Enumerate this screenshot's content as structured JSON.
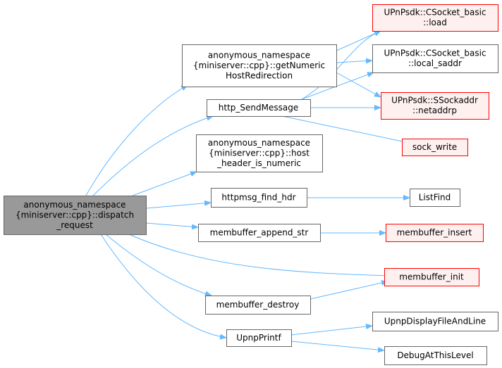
{
  "diagram": {
    "type": "doxygen-call-graph",
    "colors": {
      "edge": "#63B8FF",
      "root_fill": "#999999",
      "root_border": "#666666",
      "normal_fill": "#FFFFFF",
      "normal_border": "#666666",
      "red_fill": "#FFF0F0",
      "red_border": "#FF0000"
    },
    "nodes": [
      {
        "id": "root",
        "style": "root",
        "lines": [
          "anonymous_namespace",
          "{miniserver::cpp}::dispatch",
          "_request"
        ]
      },
      {
        "id": "getnumeric",
        "style": "normal",
        "lines": [
          "anonymous_namespace",
          "{miniserver::cpp}::getNumeric",
          "HostRedirection"
        ]
      },
      {
        "id": "sendmsg",
        "style": "normal",
        "lines": [
          "http_SendMessage"
        ]
      },
      {
        "id": "hostnumeric",
        "style": "normal",
        "lines": [
          "anonymous_namespace",
          "{miniserver::cpp}::host",
          "_header_is_numeric"
        ]
      },
      {
        "id": "findhdr",
        "style": "normal",
        "lines": [
          "httpmsg_find_hdr"
        ]
      },
      {
        "id": "appendstr",
        "style": "normal",
        "lines": [
          "membuffer_append_str"
        ]
      },
      {
        "id": "destroy",
        "style": "normal",
        "lines": [
          "membuffer_destroy"
        ]
      },
      {
        "id": "upnpprintf",
        "style": "normal",
        "lines": [
          "UpnpPrintf"
        ]
      },
      {
        "id": "load",
        "style": "red",
        "lines": [
          "UPnPsdk::CSocket_basic",
          "::load"
        ]
      },
      {
        "id": "localsaddr",
        "style": "normal",
        "lines": [
          "UPnPsdk::CSocket_basic",
          "::local_saddr"
        ]
      },
      {
        "id": "netaddrp",
        "style": "red",
        "lines": [
          "UPnPsdk::SSockaddr",
          "::netaddrp"
        ]
      },
      {
        "id": "sockwrite",
        "style": "red",
        "lines": [
          "sock_write"
        ]
      },
      {
        "id": "listfind",
        "style": "normal",
        "lines": [
          "ListFind"
        ]
      },
      {
        "id": "insert",
        "style": "red",
        "lines": [
          "membuffer_insert"
        ]
      },
      {
        "id": "init",
        "style": "red",
        "lines": [
          "membuffer_init"
        ]
      },
      {
        "id": "displayfile",
        "style": "normal",
        "lines": [
          "UpnpDisplayFileAndLine"
        ]
      },
      {
        "id": "debuglevel",
        "style": "normal",
        "lines": [
          "DebugAtThisLevel"
        ]
      }
    ],
    "edges": [
      {
        "from": "root",
        "to": "getnumeric"
      },
      {
        "from": "root",
        "to": "sendmsg"
      },
      {
        "from": "root",
        "to": "hostnumeric"
      },
      {
        "from": "root",
        "to": "findhdr"
      },
      {
        "from": "root",
        "to": "appendstr"
      },
      {
        "from": "root",
        "to": "init"
      },
      {
        "from": "root",
        "to": "destroy"
      },
      {
        "from": "root",
        "to": "upnpprintf"
      },
      {
        "from": "getnumeric",
        "to": "load"
      },
      {
        "from": "getnumeric",
        "to": "localsaddr"
      },
      {
        "from": "getnumeric",
        "to": "netaddrp"
      },
      {
        "from": "sendmsg",
        "to": "load"
      },
      {
        "from": "sendmsg",
        "to": "localsaddr"
      },
      {
        "from": "sendmsg",
        "to": "netaddrp"
      },
      {
        "from": "sendmsg",
        "to": "sockwrite"
      },
      {
        "from": "findhdr",
        "to": "listfind"
      },
      {
        "from": "appendstr",
        "to": "insert"
      },
      {
        "from": "destroy",
        "to": "init"
      },
      {
        "from": "upnpprintf",
        "to": "displayfile"
      },
      {
        "from": "upnpprintf",
        "to": "debuglevel"
      }
    ]
  }
}
